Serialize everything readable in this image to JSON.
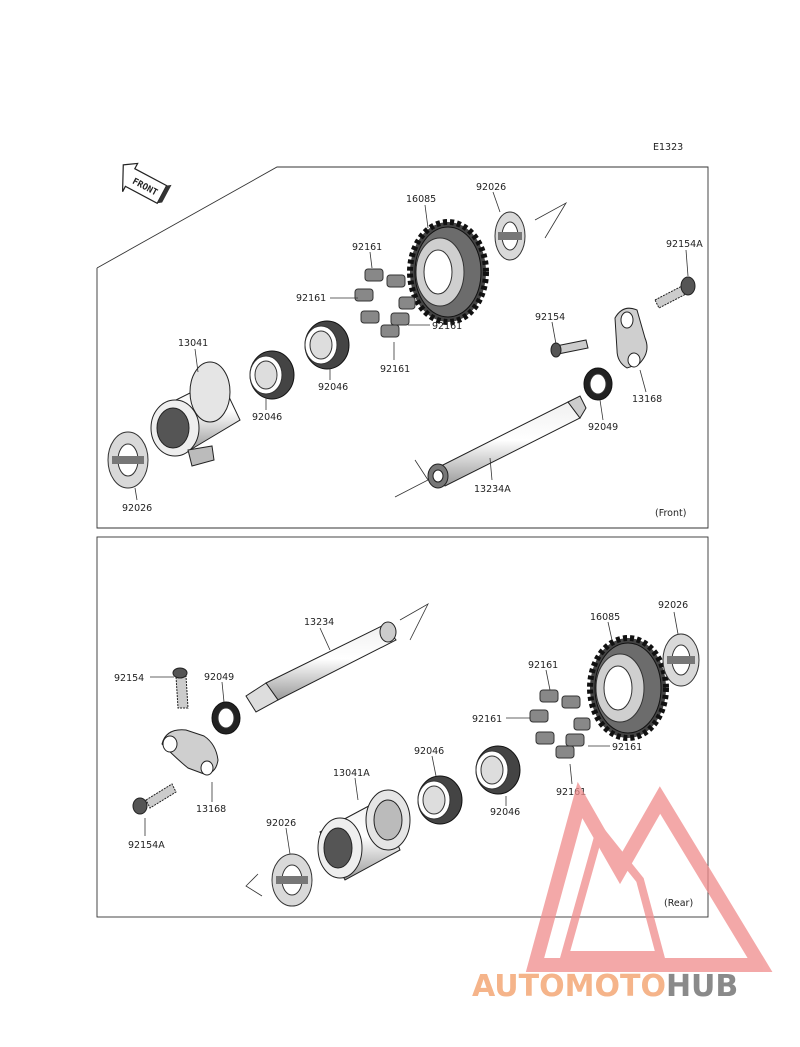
{
  "diagram": {
    "code": "E1323",
    "front_arrow": "FRONT",
    "front_caption": "(Front)",
    "rear_caption": "(Rear)",
    "front_labels": {
      "gear": "16085",
      "washer_top": "92026",
      "bolt_a": "92154A",
      "roller_top": "92161",
      "roller_left": "92161",
      "roller_right": "92161",
      "roller_bottom": "92161",
      "bolt": "92154",
      "hub": "13041",
      "bearing_right": "92046",
      "bearing_left": "92046",
      "holder": "13168",
      "seal": "92049",
      "washer_left": "92026",
      "shaft": "13234A"
    },
    "rear_labels": {
      "shaft": "13234",
      "washer_right": "92026",
      "gear": "16085",
      "bolt": "92154",
      "seal": "92049",
      "roller_top": "92161",
      "roller_left": "92161",
      "roller_right": "92161",
      "roller_bottom": "92161",
      "bearing_left": "92046",
      "bearing_right": "92046",
      "hub": "13041A",
      "holder": "13168",
      "washer_left": "92026",
      "bolt_a": "92154A"
    }
  },
  "watermark": {
    "part1": "AUTOMOTO",
    "part2": "HUB",
    "color1": "#f5b48a",
    "color2": "#8a8a8a",
    "logo_color": "#f08c8c"
  }
}
